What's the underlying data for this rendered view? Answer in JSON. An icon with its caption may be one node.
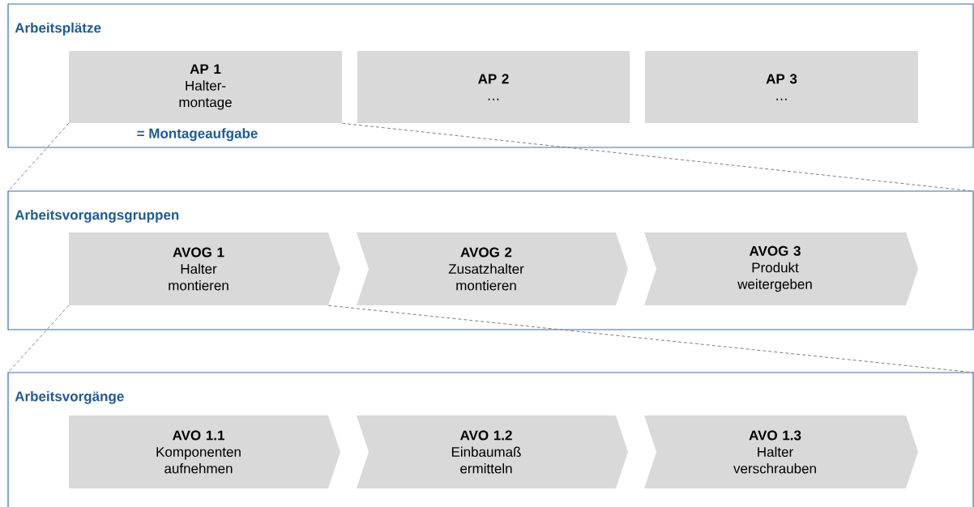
{
  "diagram": {
    "nodes": [
      {
        "text": [
          "Arbeitsplätze"
        ]
      },
      {
        "text": [
          "AP 1",
          "Halter- montage"
        ],
        "in": 0,
        "beside": [
          "= Montageaufgabe"
        ]
      },
      {
        "text": [
          "AP 2",
          "…"
        ],
        "in": 0
      },
      {
        "text": [
          "AP 3",
          "…"
        ],
        "in": 0
      },
      {
        "text": [
          "Arbeitsvorgangsgruppen"
        ]
      },
      {
        "text": [
          "AVOG 1",
          "Halter montieren"
        ],
        "in": 4
      },
      {
        "text": [
          "AVOG 2",
          "Zusatzhalter montieren"
        ],
        "in": 4
      },
      {
        "text": [
          "AVOG 3",
          "Produkt weitergeben"
        ],
        "in": 4
      },
      {
        "text": [
          "Arbeitsvorgänge"
        ]
      },
      {
        "text": [
          "AVO 1.1",
          "Komponenten aufnehmen"
        ],
        "in": 8
      },
      {
        "text": [
          "AVO 1.2",
          "Einbaumaß ermitteln"
        ],
        "in": 8
      },
      {
        "text": [
          "AVO 1.3",
          "Halter verschrauben"
        ],
        "in": 8
      }
    ],
    "edges": [
      {
        "from": 1,
        "to": 4,
        "arrow": "none",
        "style": "dashed"
      },
      {
        "from": 1,
        "to": 4,
        "arrow": "none",
        "style": "dashed"
      },
      {
        "from": 5,
        "to": 8,
        "arrow": "none",
        "style": "dashed"
      },
      {
        "from": 5,
        "to": 8,
        "arrow": "none",
        "style": "dashed"
      }
    ]
  }
}
